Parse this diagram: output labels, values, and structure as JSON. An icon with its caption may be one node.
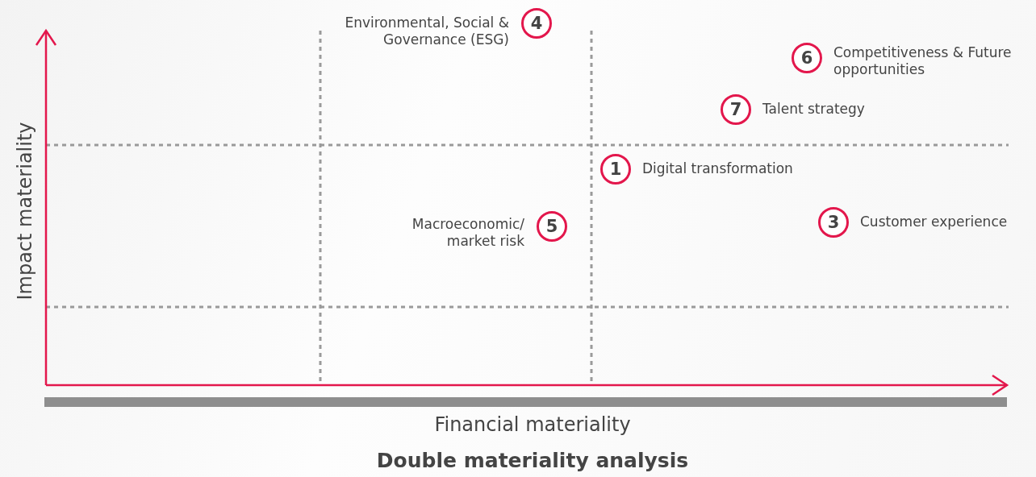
{
  "diagram": {
    "title": "Double materiality analysis",
    "nodes": [
      {
        "text": [
          "4"
        ],
        "beside": [
          "Environmental, Social & Governance (ESG)"
        ]
      },
      {
        "text": [
          "6"
        ],
        "beside": [
          "Competitiveness & Future opportunities"
        ]
      },
      {
        "text": [
          "7"
        ],
        "beside": [
          "Talent strategy"
        ]
      },
      {
        "text": [
          "1"
        ],
        "beside": [
          "Digital transformation"
        ]
      },
      {
        "text": [
          "5"
        ],
        "beside": [
          "Macroeconomic/ market risk"
        ]
      },
      {
        "text": [
          "3"
        ],
        "beside": [
          "Customer experience"
        ]
      }
    ],
    "edges": [],
    "labels": [
      "Impact materiality",
      "Financial materiality"
    ]
  }
}
